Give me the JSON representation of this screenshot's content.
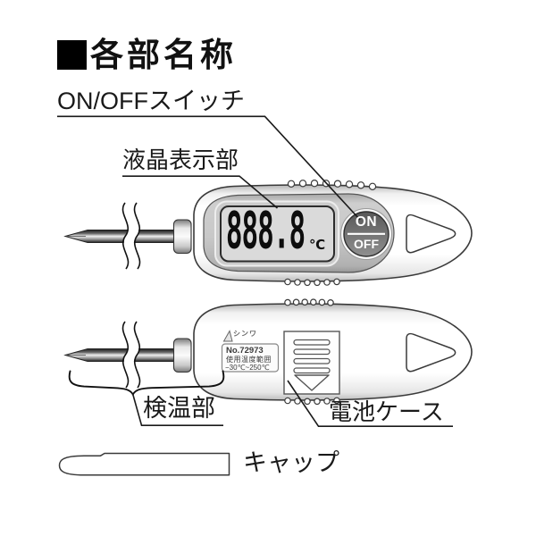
{
  "title": {
    "marker": "■",
    "text": "各部名称"
  },
  "callouts": {
    "on_off_switch": "ON/OFFスイッチ",
    "lcd_display": "液晶表示部",
    "temp_probe": "検温部",
    "battery_case": "電池ケース",
    "cap": "キャップ"
  },
  "thermometer_front": {
    "lcd_value": "888.8",
    "lcd_unit": "℃",
    "button_on": "ON",
    "button_off": "OFF"
  },
  "thermometer_back": {
    "brand": "シンワ",
    "model_no": "No.72973",
    "temp_range_label": "使用温度範囲",
    "temp_range_value": "−30℃~250℃"
  },
  "colors": {
    "background": "#ffffff",
    "outline": "#3a3a3a",
    "face_gray": "#c6c6c6",
    "lcd_gray": "#dadada",
    "button_gray": "#6e6e6e",
    "text": "#1a1a1a"
  }
}
